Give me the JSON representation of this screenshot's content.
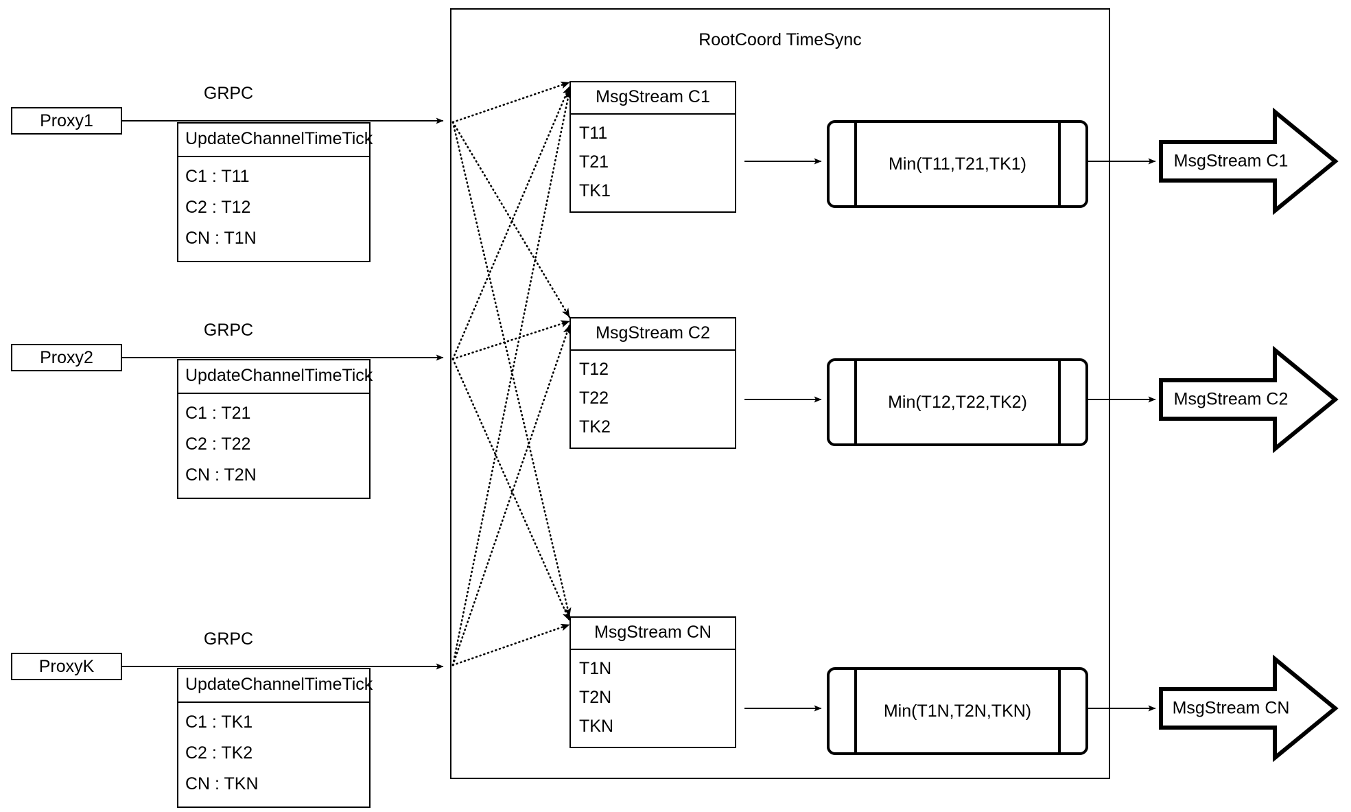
{
  "diagram": {
    "title": "RootCoord TimeSync",
    "protocol_label": "GRPC",
    "request_header": "UpdateChannelTimeTick"
  },
  "proxies": [
    {
      "name": "Proxy1",
      "protocol": "GRPC",
      "request_header": "UpdateChannelTimeTick",
      "rows": [
        "C1 :  T11",
        "C2 :  T12",
        "CN : T1N"
      ]
    },
    {
      "name": "Proxy2",
      "protocol": "GRPC",
      "request_header": "UpdateChannelTimeTick",
      "rows": [
        "C1 :  T21",
        "C2 :  T22",
        "CN : T2N"
      ]
    },
    {
      "name": "ProxyK",
      "protocol": "GRPC",
      "request_header": "UpdateChannelTimeTick",
      "rows": [
        "C1 :  TK1",
        "C2 :  TK2",
        "CN : TKN"
      ]
    }
  ],
  "channels": [
    {
      "stream_title": "MsgStream C1",
      "ticks": [
        "T11",
        "T21",
        "TK1"
      ],
      "min_label": "Min(T11,T21,TK1)",
      "output_label": "MsgStream C1"
    },
    {
      "stream_title": "MsgStream C2",
      "ticks": [
        "T12",
        "T22",
        "TK2"
      ],
      "min_label": "Min(T12,T22,TK2)",
      "output_label": "MsgStream C2"
    },
    {
      "stream_title": "MsgStream CN",
      "ticks": [
        "T1N",
        "T2N",
        "TKN"
      ],
      "min_label": "Min(T1N,T2N,TKN)",
      "output_label": "MsgStream CN"
    }
  ],
  "colors": {
    "stroke": "#000000",
    "background": "#ffffff"
  }
}
